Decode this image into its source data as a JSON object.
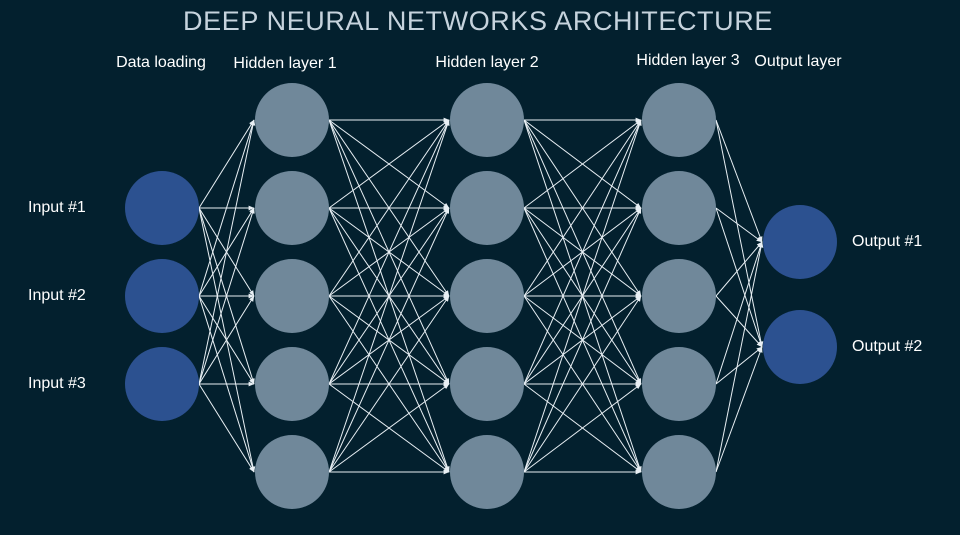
{
  "title": "DEEP NEURAL NETWORKS ARCHITECTURE",
  "colors": {
    "background": "#03202e",
    "input_node": "#2c5190",
    "hidden_node": "#70889a",
    "output_node": "#2c5190",
    "connection": "#e8eff4",
    "title_text": "#c6d3dd",
    "label_text": "#ffffff"
  },
  "network": {
    "layers": [
      {
        "id": "data-loading",
        "label": "Data loading",
        "type": "input",
        "node_count": 3,
        "node_labels": [
          "Input #1",
          "Input #2",
          "Input #3"
        ]
      },
      {
        "id": "hidden-1",
        "label": "Hidden layer 1",
        "type": "hidden",
        "node_count": 5,
        "node_labels": []
      },
      {
        "id": "hidden-2",
        "label": "Hidden layer 2",
        "type": "hidden",
        "node_count": 5,
        "node_labels": []
      },
      {
        "id": "hidden-3",
        "label": "Hidden layer 3",
        "type": "hidden",
        "node_count": 5,
        "node_labels": []
      },
      {
        "id": "output",
        "label": "Output layer",
        "type": "output",
        "node_count": 2,
        "node_labels": [
          "Output #1",
          "Output #2"
        ]
      }
    ]
  }
}
